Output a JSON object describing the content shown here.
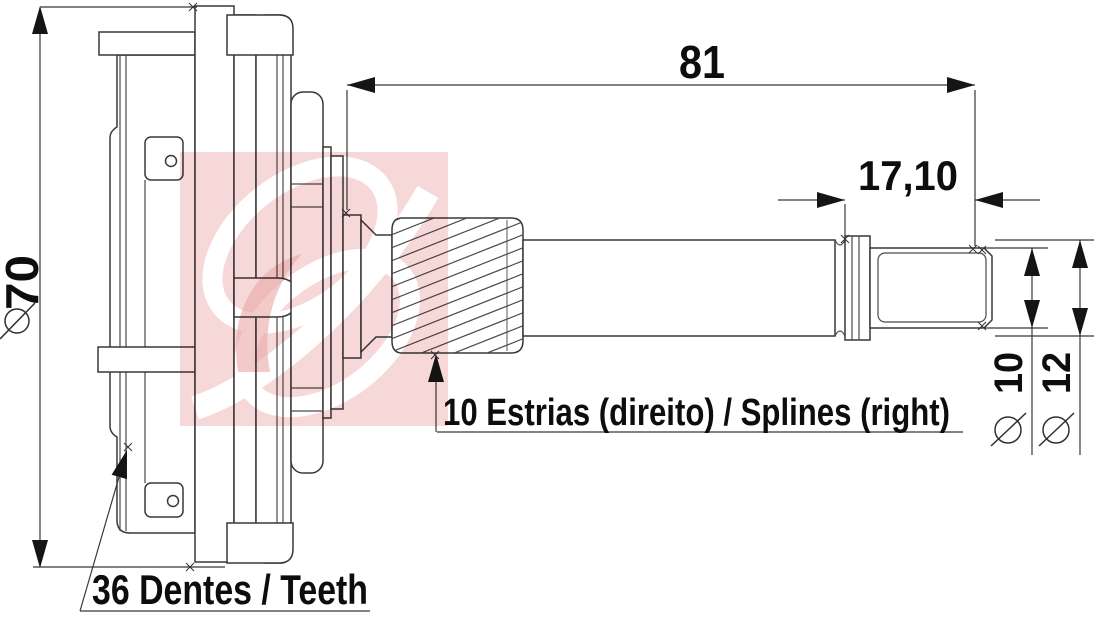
{
  "drawing": {
    "dimensions": {
      "overall_diameter": {
        "symbol": "⌀",
        "value": "70"
      },
      "overall_length": {
        "value": "81"
      },
      "end_length": {
        "value": "17,10"
      },
      "end_diameter": {
        "symbol": "⌀",
        "value": "10"
      },
      "shaft_diameter": {
        "symbol": "⌀",
        "value": "12"
      }
    },
    "annotations": {
      "splines": "10 Estrias (direito) / Splines (right)",
      "teeth": "36 Dentes / Teeth"
    },
    "colors": {
      "line": "#383838",
      "text": "#0d0d0d",
      "watermark_pink": "#f7d8d8",
      "watermark_accent": "#e9a6a6",
      "background": "#ffffff"
    }
  }
}
